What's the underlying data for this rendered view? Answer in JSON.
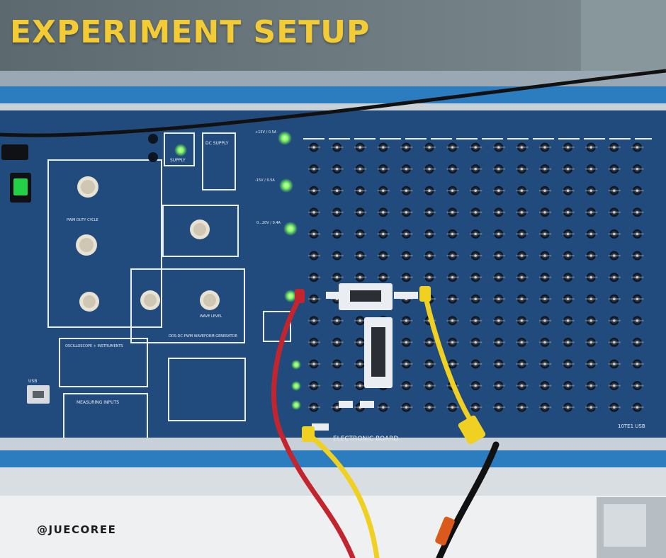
{
  "title": "EXPERIMENT SETUP",
  "handle": "@JUECOREE",
  "panel": {
    "board_label": "ELECTRONIC BOARD",
    "model_label": "10TE1 USB",
    "supply_label": "SUPPLY",
    "usb_label": "USB",
    "dc_supply_label": "DC SUPPLY",
    "generator_label": "DDS-DC-PWM WAVEFORM GENERATOR",
    "oscilloscope_label": "OSCILLOSCOPE + INSTRUMENTS",
    "measuring_label": "MEASURING INPUTS",
    "pwm_label": "PWM DUTY CYCLE",
    "wave_level_label": "WAVE LEVEL",
    "rail_pos_15": "+15V / 0.5A",
    "rail_neg_15": "-15V / 0.5A",
    "rail_0_20": "0...20V / 0.4A"
  },
  "colors": {
    "title": "#f3cc35",
    "panel_blue": "#234f82",
    "frame_blue": "#2c7cc0",
    "wire_red": "#c3252f",
    "wire_yellow": "#f0d020",
    "led_green": "#7dff5a"
  },
  "icons": [
    "power-switch-icon",
    "usb-port-icon",
    "potentiometer-knob-icon",
    "probe-icon"
  ]
}
